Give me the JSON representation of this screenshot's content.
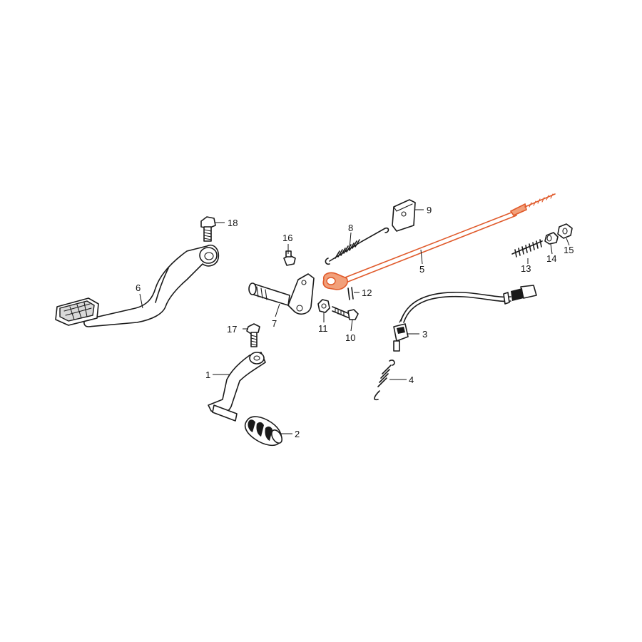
{
  "callouts": [
    {
      "id": "1",
      "label": "1"
    },
    {
      "id": "2",
      "label": "2"
    },
    {
      "id": "3",
      "label": "3"
    },
    {
      "id": "4",
      "label": "4"
    },
    {
      "id": "5",
      "label": "5"
    },
    {
      "id": "6",
      "label": "6"
    },
    {
      "id": "7",
      "label": "7"
    },
    {
      "id": "8",
      "label": "8"
    },
    {
      "id": "9",
      "label": "9"
    },
    {
      "id": "10",
      "label": "10"
    },
    {
      "id": "11",
      "label": "11"
    },
    {
      "id": "12",
      "label": "12"
    },
    {
      "id": "13",
      "label": "13"
    },
    {
      "id": "14",
      "label": "14"
    },
    {
      "id": "15",
      "label": "15"
    },
    {
      "id": "16",
      "label": "16"
    },
    {
      "id": "17",
      "label": "17"
    },
    {
      "id": "18",
      "label": "18"
    }
  ],
  "highlight": {
    "part": "5",
    "color": "#e05a2b"
  }
}
